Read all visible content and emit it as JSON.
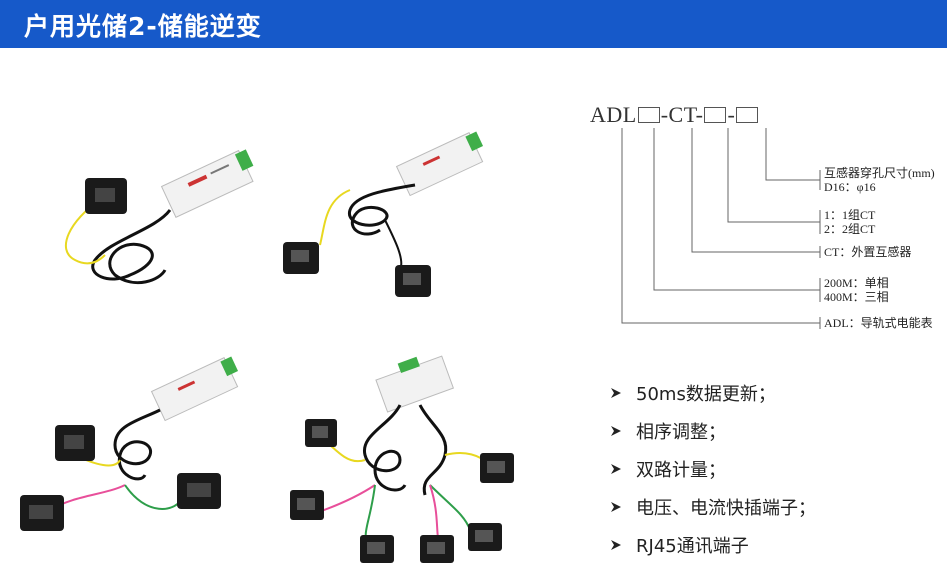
{
  "banner": {
    "title": "户用光储2-储能逆变",
    "color": "#1659c9"
  },
  "model_code": {
    "prefix": "ADL",
    "sep1": "-CT-",
    "sep2": "-"
  },
  "code_legend": [
    {
      "line1": "互感器穿孔尺寸(mm)",
      "line2": "D16：φ16"
    },
    {
      "line1": "1：1组CT",
      "line2": "2：2组CT"
    },
    {
      "line1": "CT：外置互感器"
    },
    {
      "line1": "200M：单相",
      "line2": "400M：三相"
    },
    {
      "line1": "ADL：导轨式电能表"
    }
  ],
  "features": [
    "50ms数据更新；",
    "相序调整；",
    "双路计量；",
    "电压、电流快插端子；",
    "RJ45通讯端子"
  ]
}
